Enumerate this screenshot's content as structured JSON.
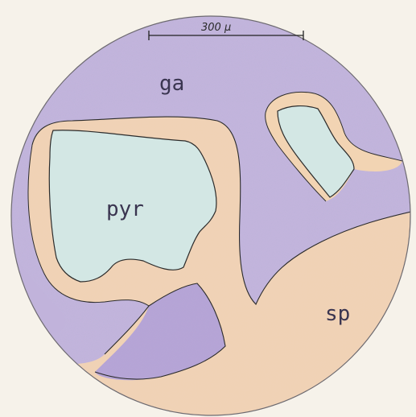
{
  "scale_bar": {
    "label": "300 μ"
  },
  "minerals": [
    {
      "id": "ga",
      "label": "ga",
      "color": "#b9a8d4"
    },
    {
      "id": "pyr",
      "label": "pyr",
      "color": "#cfe4e3"
    },
    {
      "id": "sp",
      "label": "sp",
      "color": "#f5dcbe"
    }
  ],
  "colors": {
    "paper": "#f6f2ea",
    "outline": "#2b2b2b"
  }
}
